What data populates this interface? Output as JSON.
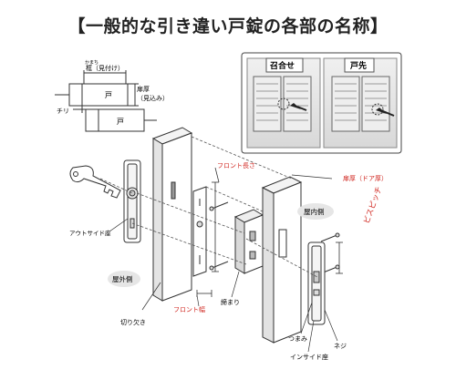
{
  "title": "【一般的な引き違い戸錠の各部の名称】",
  "inset": {
    "gomi": "かまち",
    "frame": "框（見付け）",
    "door_thickness": "扉厚",
    "door_thickness_sub": "（見込み）",
    "door_glyph": "戸",
    "chiri": "チリ"
  },
  "photos": {
    "left_tag": "召合せ",
    "right_tag": "戸先"
  },
  "labels": {
    "front_length": "フロント長さ",
    "door_thickness_full": "扉厚（ドア厚）",
    "indoor_side": "屋内側",
    "outside_seat": "アウトサイド座",
    "backset": "ビスピッチ",
    "outdoor_side": "屋外側",
    "front_width": "フロント幅",
    "tightening": "締まり",
    "cutout": "切り欠き",
    "knob": "つまみ",
    "screw": "ネジ",
    "inside_seat": "インサイド座"
  },
  "colors": {
    "accent_red": "#d0261f",
    "line": "#333333",
    "bubble": "#e6e6e6"
  }
}
